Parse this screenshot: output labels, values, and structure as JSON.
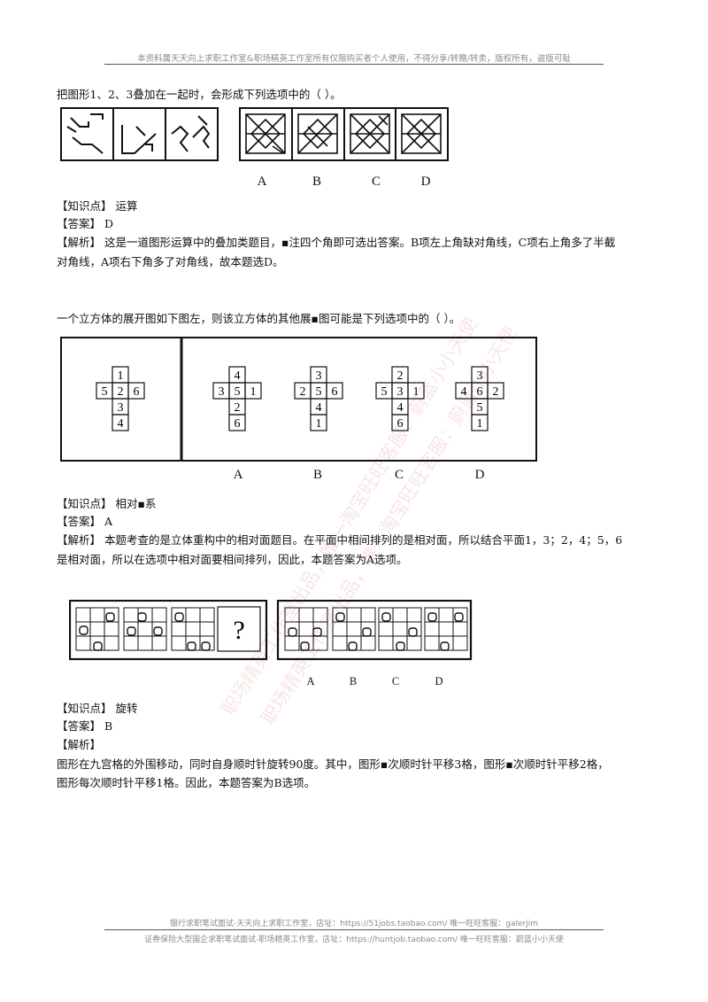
{
  "header": {
    "note": "本资料属天天向上求职工作室&职场精英工作室所有仅限购买者个人使用，不得分享/转赠/转卖，版权所有，盗版可耻"
  },
  "q1": {
    "question": "把图形1、2、3叠加在一起时，会形成下列选项中的（ ）。",
    "options": [
      "A",
      "B",
      "C",
      "D"
    ],
    "knowledge": "【知识点】 运算",
    "answer": "【答案】 D",
    "analysis_1": "【解析】 这是一道图形运算中的叠加类题目，▪注四个角即可选出答案。B项左上角缺对角线，C项右上角多了半截",
    "analysis_2": "对角线，A项右下角多了对角线，故本题选D。"
  },
  "q2": {
    "question": "一个立方体的展开图如下图左，则该立方体的其他展▪图可能是下列选项中的（ ）。",
    "options": [
      "A",
      "B",
      "C",
      "D"
    ],
    "nets": [
      [
        "1",
        "5",
        "2",
        "6",
        "3",
        "4"
      ],
      [
        "4",
        "3",
        "5",
        "1",
        "2",
        "6"
      ],
      [
        "3",
        "2",
        "5",
        "6",
        "4",
        "1"
      ],
      [
        "2",
        "5",
        "3",
        "1",
        "4",
        "6"
      ],
      [
        "3",
        "4",
        "6",
        "2",
        "5",
        "1"
      ]
    ],
    "knowledge": "【知识点】 相对▪系",
    "answer": "【答案】 A",
    "analysis_1": "【解析】 本题考查的是立体重构中的相对面题目。在平面中相间排列的是相对面，所以结合平面1，3；2，4；5，6",
    "analysis_2": "是相对面，所以在选项中相对面要相间排列，因此，本题答案为A选项。"
  },
  "q3": {
    "question_mark": "?",
    "options": [
      "A",
      "B",
      "C",
      "D"
    ],
    "knowledge": "【知识点】 旋转",
    "answer": "【答案】 B",
    "analysis_label": "【解析】",
    "analysis_1": "图形在九宫格的外围移动，同时自身顺时针旋转90度。其中，图形▪次顺时针平移3格，图形▪次顺时针平移2格，",
    "analysis_2": "图形每次顺时针平移1格。因此，本题答案为B选项。"
  },
  "footer": {
    "line1": "银行求职笔试面试-天天向上求职工作室，店址：https://51jobs.taobao.com/  唯一旺旺客服：galerjim",
    "line2": "证券保险大型国企求职笔试面试-职场精英工作室，店址：https://huntjob.taobao.com/  唯一旺旺客服：蔚蓝小小天使"
  },
  "watermarks": [
    "职场精英工作室出品，唯一淘宝旺旺客服：蔚蓝小小天使",
    "职场精英工作室出品，唯一淘宝旺旺客服：蔚蓝小小天使"
  ]
}
